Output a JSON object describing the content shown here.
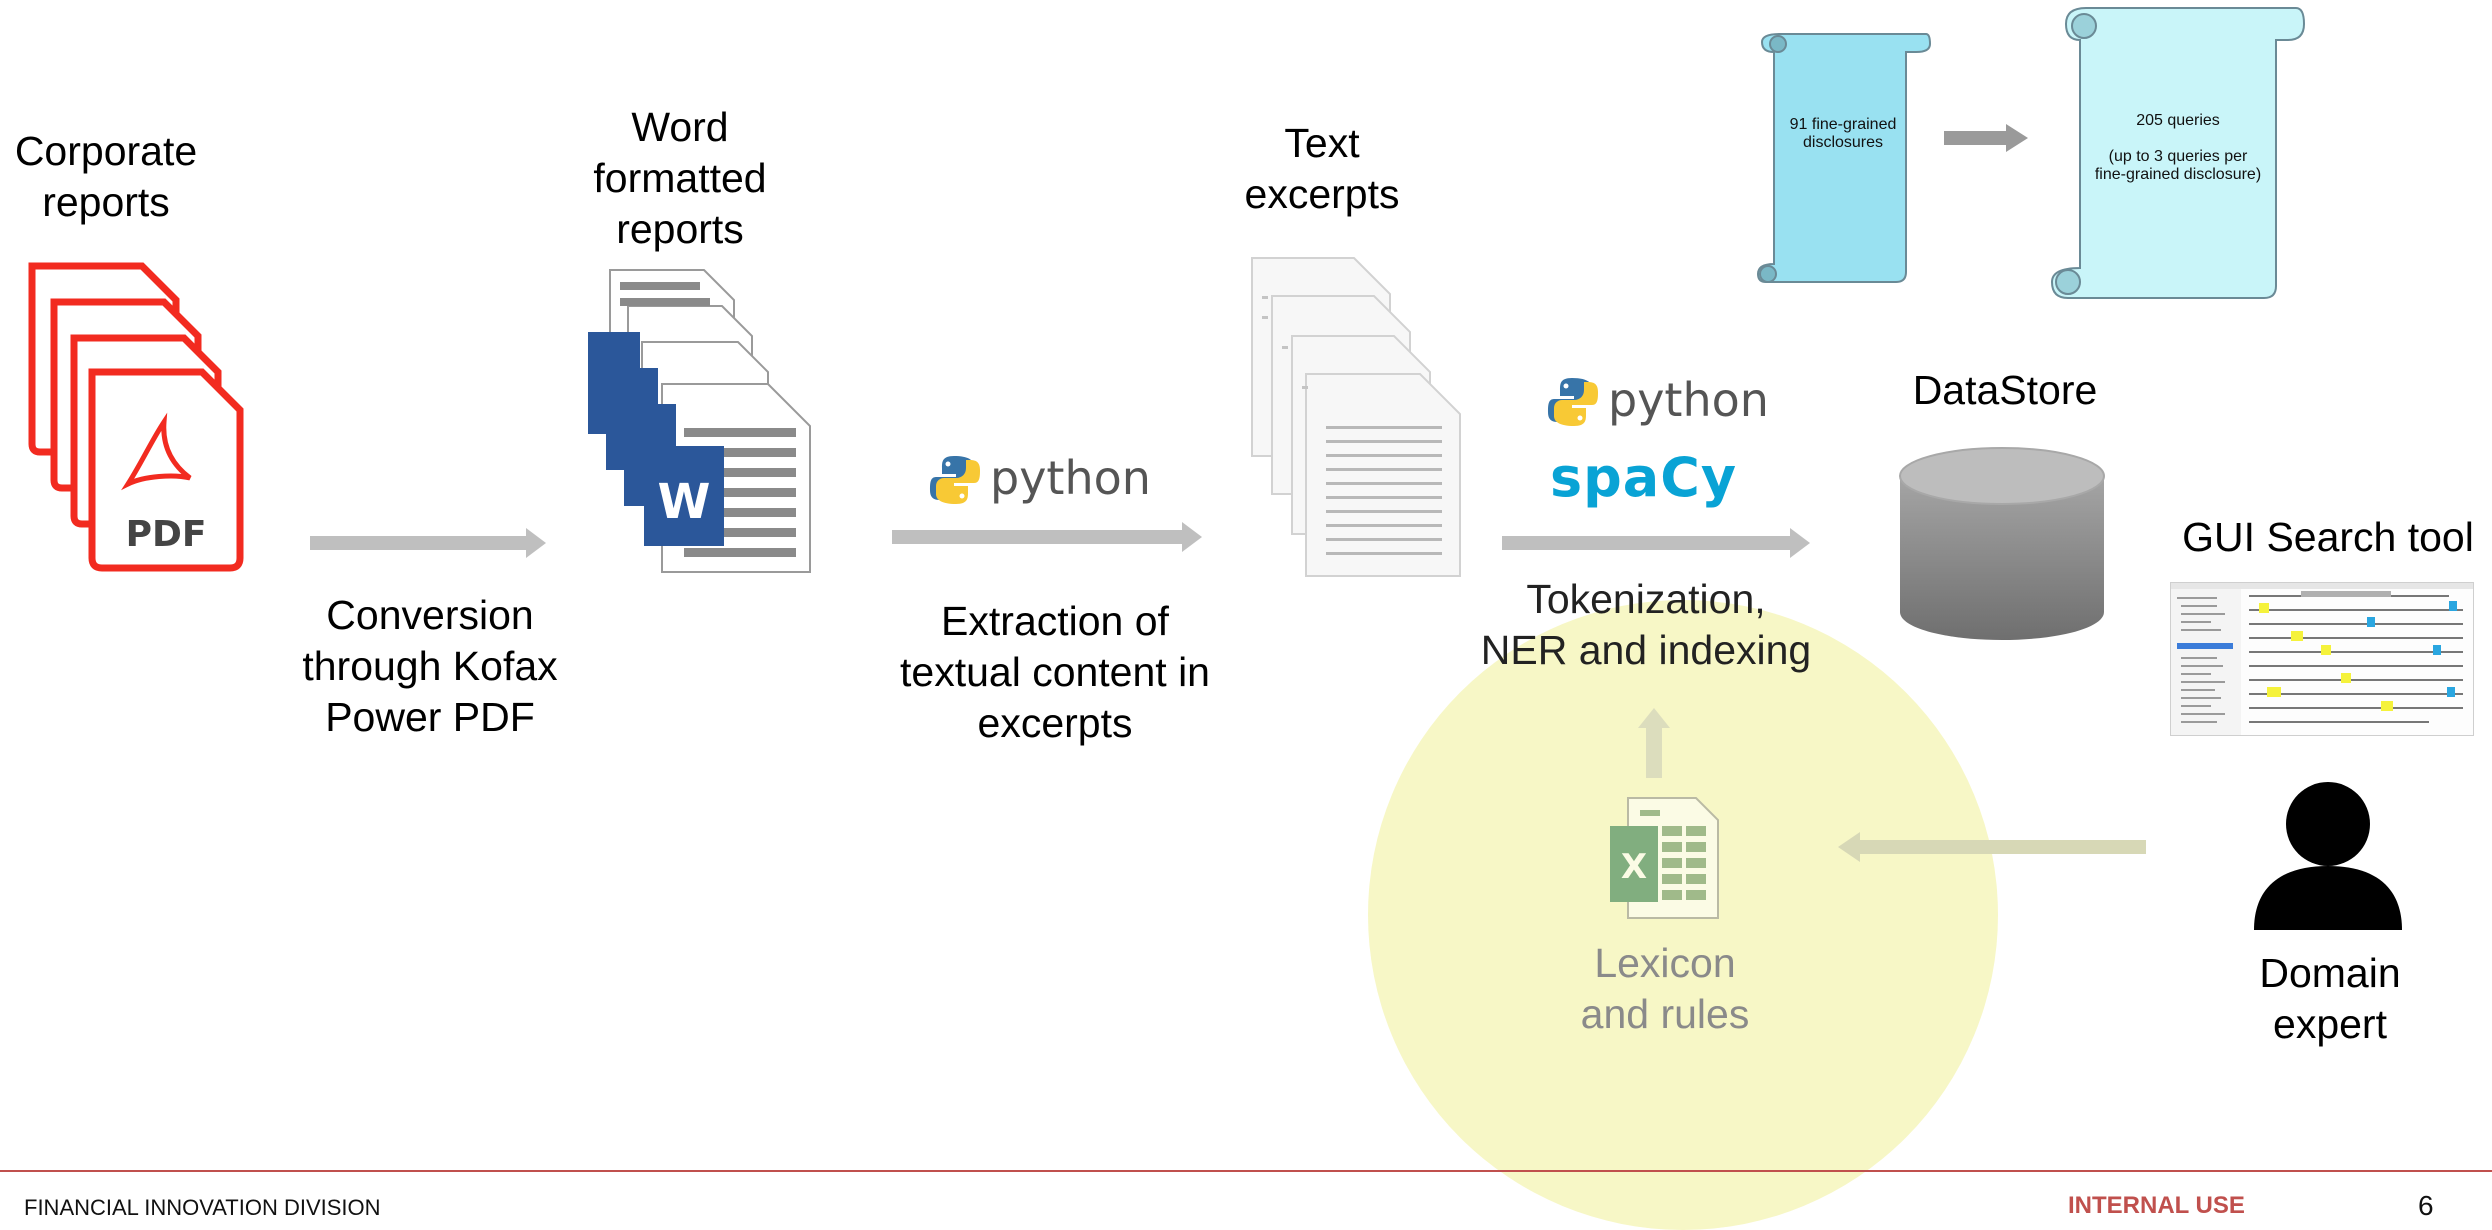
{
  "labels": {
    "corporate_reports": "Corporate\nreports",
    "word_reports": "Word\nformatted\nreports",
    "text_excerpts": "Text\nexcerpts",
    "conversion": "Conversion\nthrough Kofax\nPower PDF",
    "extraction": "Extraction of\ntextual content in\nexcerpts",
    "tokenization": "Tokenization,\nNER and indexing",
    "datastore": "DataStore",
    "gui_search": "GUI Search tool",
    "lexicon": "Lexicon\nand rules",
    "domain_expert": "Domain\nexpert"
  },
  "scrolls": {
    "disclosures": "91 fine-grained\ndisclosures",
    "queries": "205 queries\n\n(up to 3 queries per\nfine-grained disclosure)"
  },
  "logos": {
    "python": "python",
    "spacy": "spaCy",
    "pdf": "PDF",
    "word": "W",
    "excel": "X"
  },
  "footer": {
    "division": "FINANCIAL INNOVATION DIVISION",
    "classification": "INTERNAL USE",
    "page": "6"
  },
  "colors": {
    "pdf_red": "#f22b20",
    "word_blue": "#2b579a",
    "excel_green": "#217346",
    "arrow_grey": "#bfbfbf",
    "highlight_yellow": "#f7f7c7",
    "scroll_blue": "#99e1f1",
    "scroll_light": "#c9f5f9",
    "footer_accent": "#c0504d",
    "spacy_blue": "#09a3d5"
  },
  "icons": [
    "pdf-file-icon",
    "word-file-icon",
    "text-file-icon",
    "python-logo-icon",
    "spacy-logo-icon",
    "database-icon",
    "gui-screenshot-icon",
    "excel-file-icon",
    "person-icon",
    "scroll-icon"
  ]
}
